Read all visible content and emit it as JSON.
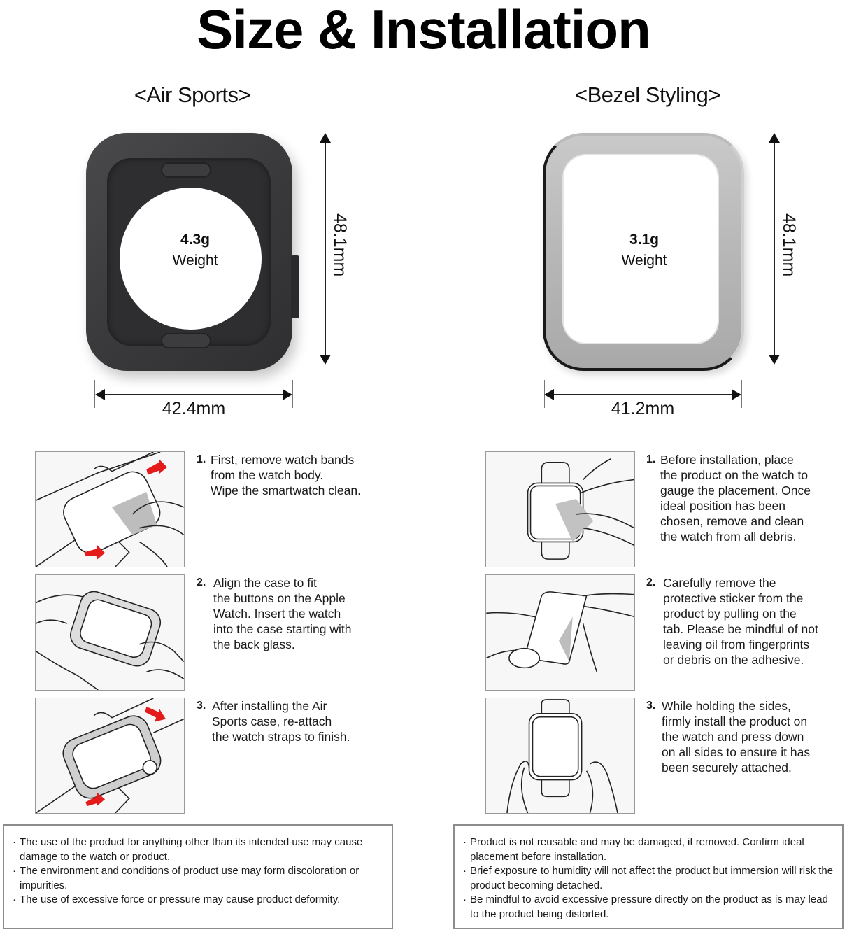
{
  "header": {
    "title": "Size & Installation"
  },
  "columns": {
    "left": {
      "title": "<Air Sports>",
      "product": {
        "weight_value": "4.3g",
        "weight_label": "Weight",
        "height": "48.1mm",
        "width": "42.4mm",
        "case_color": "#3a3a3c"
      },
      "steps": [
        {
          "num": "1.",
          "text": "First, remove watch bands\nfrom the watch body.\nWipe the smartwatch clean."
        },
        {
          "num": "2.",
          "text": "Align the case to fit\nthe buttons on the Apple\nWatch. Insert the watch\ninto the case starting with\nthe back glass."
        },
        {
          "num": "3.",
          "text": "After installing the Air\nSports case, re-attach\nthe watch straps to finish."
        }
      ],
      "notes": [
        "The use of the product for anything other than its intended use may cause damage to the watch or product.",
        "The environment and conditions of product use may form discoloration or impurities.",
        "The use of excessive force or pressure may cause product deformity."
      ]
    },
    "right": {
      "title": "<Bezel Styling>",
      "product": {
        "weight_value": "3.1g",
        "weight_label": "Weight",
        "height": "48.1mm",
        "width": "41.2mm",
        "case_color": "#b9b9b9"
      },
      "steps": [
        {
          "num": "1.",
          "text": "Before installation, place\nthe product on the watch to\ngauge the placement. Once\nideal position has been\nchosen, remove and clean\nthe watch from all debris."
        },
        {
          "num": "2.",
          "text": "Carefully remove the\nprotective sticker from the\nproduct by pulling on the\ntab. Please be mindful of not\nleaving oil from fingerprints\nor debris on the adhesive."
        },
        {
          "num": "3.",
          "text": "While holding the sides,\nfirmly install the product on\nthe watch and press down\non all sides to ensure it has\nbeen securely attached."
        }
      ],
      "notes": [
        "Product is not reusable and may be damaged, if removed. Confirm ideal placement before installation.",
        "Brief exposure to humidity will not affect the product but immersion will risk the product becoming detached.",
        "Be mindful to avoid excessive pressure directly on the product as is may lead to the product being distorted."
      ]
    }
  },
  "colors": {
    "arrow_red": "#e31b1b",
    "line": "#222222",
    "panel_border": "#9a9a9a"
  }
}
